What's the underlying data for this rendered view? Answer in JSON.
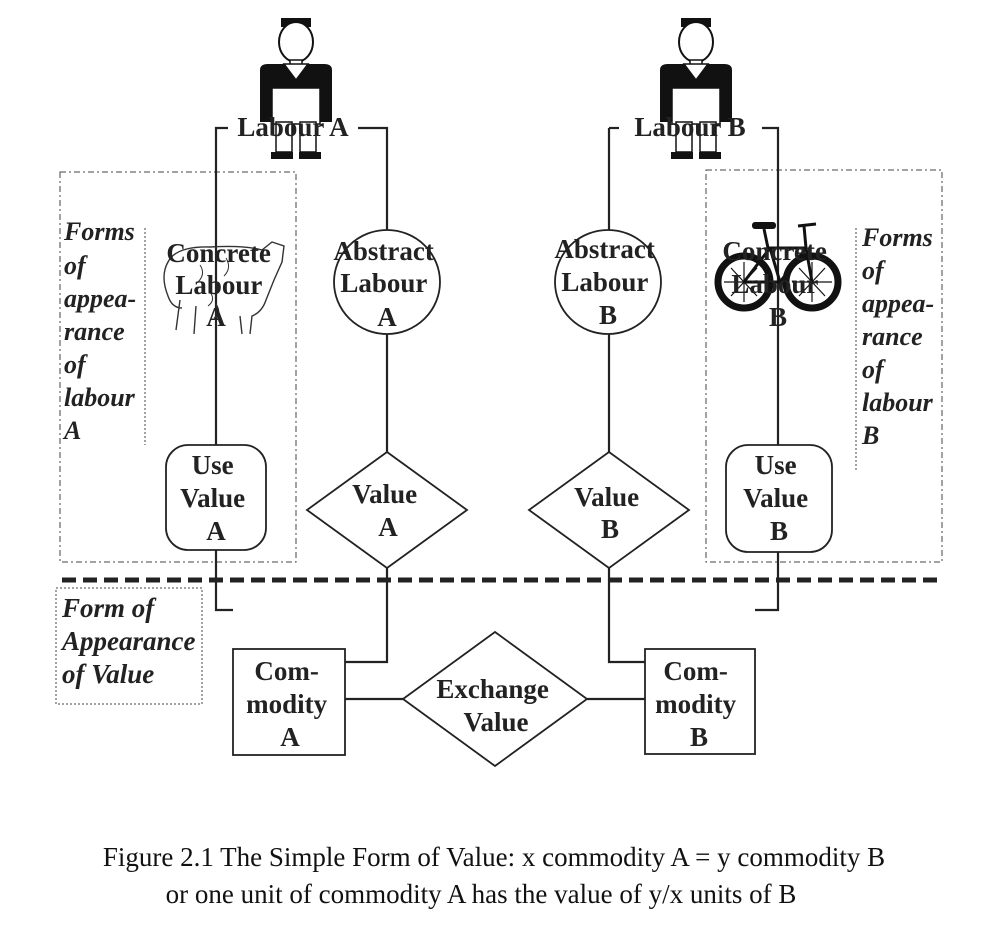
{
  "labour_a": "Labour A",
  "labour_b": "Labour B",
  "concrete_a": [
    "Concrete",
    "Labour",
    "A"
  ],
  "concrete_b": [
    "Concrete",
    "Labour",
    "B"
  ],
  "abstract_a": [
    "Abstract",
    "Labour",
    "A"
  ],
  "abstract_b": [
    "Abstract",
    "Labour",
    "B"
  ],
  "use_value_a": [
    "Use",
    "Value",
    "A"
  ],
  "use_value_b": [
    "Use",
    "Value",
    "B"
  ],
  "value_a": [
    "Value",
    "A"
  ],
  "value_b": [
    "Value",
    "B"
  ],
  "commodity_a": [
    "Com-",
    "modity",
    "A"
  ],
  "commodity_b": [
    "Com-",
    "modity",
    "B"
  ],
  "exchange_value": [
    "Exchange",
    "Value"
  ],
  "forms_a": [
    "Forms",
    "of",
    "appea-",
    "rance",
    "of",
    "labour",
    "A"
  ],
  "forms_b": [
    "Forms",
    "of",
    "appea-",
    "rance",
    "of",
    "labour",
    "B"
  ],
  "form_value": [
    "Form of",
    "Appearance",
    "of Value"
  ],
  "caption": [
    "Figure 2.1 The Simple Form of Value: x commodity A = y commodity B",
    "or one  unit of commodity A has the value of y/x units of B"
  ],
  "icons": [
    "worker-icon",
    "worker-icon",
    "cow-icon",
    "bicycle-icon"
  ]
}
